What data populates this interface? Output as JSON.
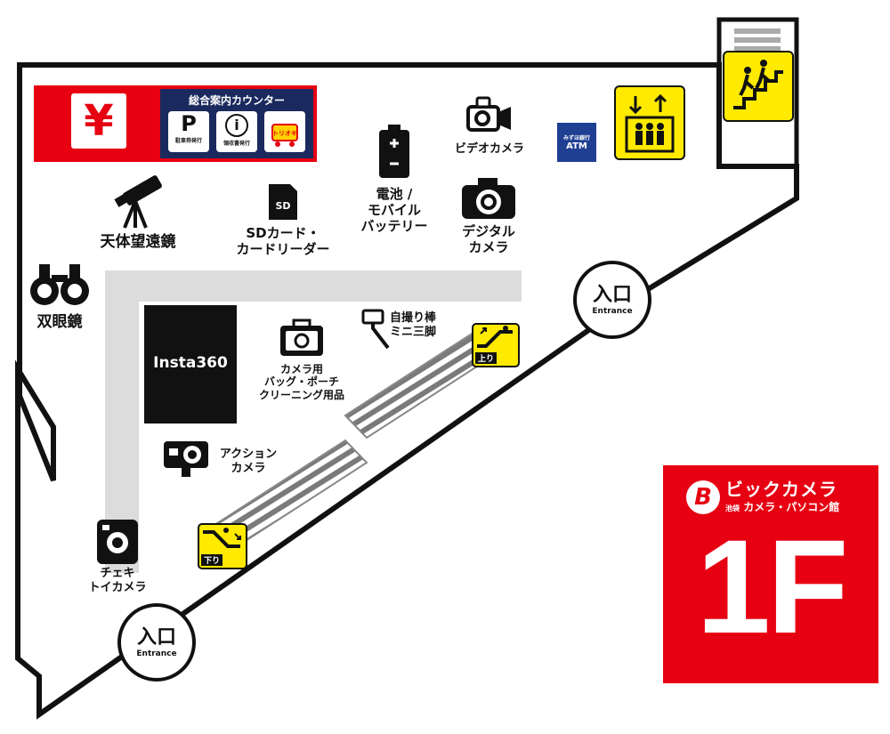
{
  "store": {
    "brand_name": "ビックカメラ",
    "branch_name": "カメラ・パソコン館",
    "branch_prefix": "池袋",
    "floor": "1F",
    "brand_color": "#e60012"
  },
  "counter": {
    "title": "総合案内カウンター",
    "items": [
      {
        "label": "駐車券発行",
        "icon": "parking-icon",
        "symbol": "P"
      },
      {
        "label": "領収書発行",
        "icon": "info-icon",
        "symbol": "i"
      },
      {
        "label": "",
        "icon": "shopping-cart-icon",
        "symbol": "トリオキ"
      }
    ]
  },
  "facilities": {
    "currency_symbol": "¥",
    "atm_bank": "みずほ銀行",
    "atm_label": "ATM",
    "escalator_up": "上り",
    "escalator_down": "下り"
  },
  "entrances": [
    {
      "label": "入口",
      "sublabel": "Entrance"
    },
    {
      "label": "入口",
      "sublabel": "Entrance"
    }
  ],
  "departments": {
    "telescope": "天体望遠鏡",
    "binoculars": "双眼鏡",
    "sd_card": "SDカード・\nカードリーダー",
    "sd_icon_text": "SD",
    "battery": "電池 /\nモバイル\nバッテリー",
    "video_camera": "ビデオカメラ",
    "digital_camera": "デジタル\nカメラ",
    "selfie_stick": "自撮り棒\nミニ三脚",
    "camera_bag": "カメラ用\nバッグ・ポーチ\nクリーニング用品",
    "action_camera": "アクション\nカメラ",
    "instant_camera": "チェキ\nトイカメラ",
    "brand_booth": "Insta360"
  },
  "colors": {
    "outline": "#111111",
    "walkway": "#dcdcdc",
    "escalator_stripe": "#7a7a7a",
    "sign_yellow": "#ffea00",
    "counter_navy": "#1a2a5e",
    "atm_blue": "#1f3f93"
  }
}
